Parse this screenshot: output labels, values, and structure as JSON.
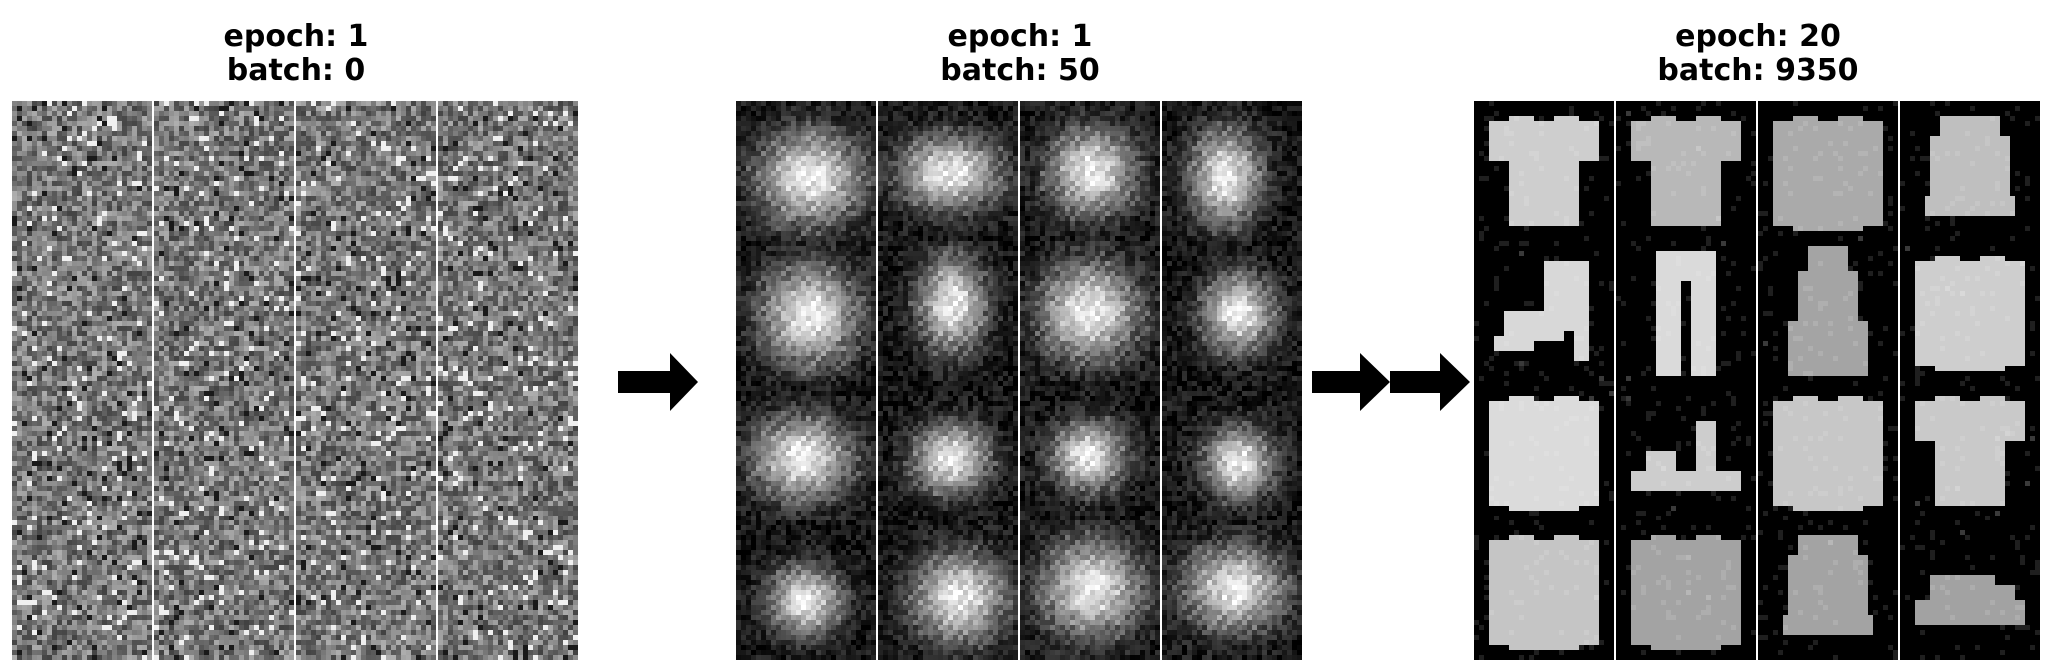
{
  "panels": [
    {
      "epoch_text": "epoch: 1",
      "batch_text": "batch: 0"
    },
    {
      "epoch_text": "epoch: 1",
      "batch_text": "batch: 50"
    },
    {
      "epoch_text": "epoch: 20",
      "batch_text": "batch: 9350"
    }
  ],
  "arrows": [
    {
      "icon": "arrow-right-icon",
      "count": 1
    },
    {
      "icon": "arrow-right-icon",
      "count": 2
    }
  ],
  "colors": {
    "background": "#ffffff",
    "arrow": "#000000"
  }
}
